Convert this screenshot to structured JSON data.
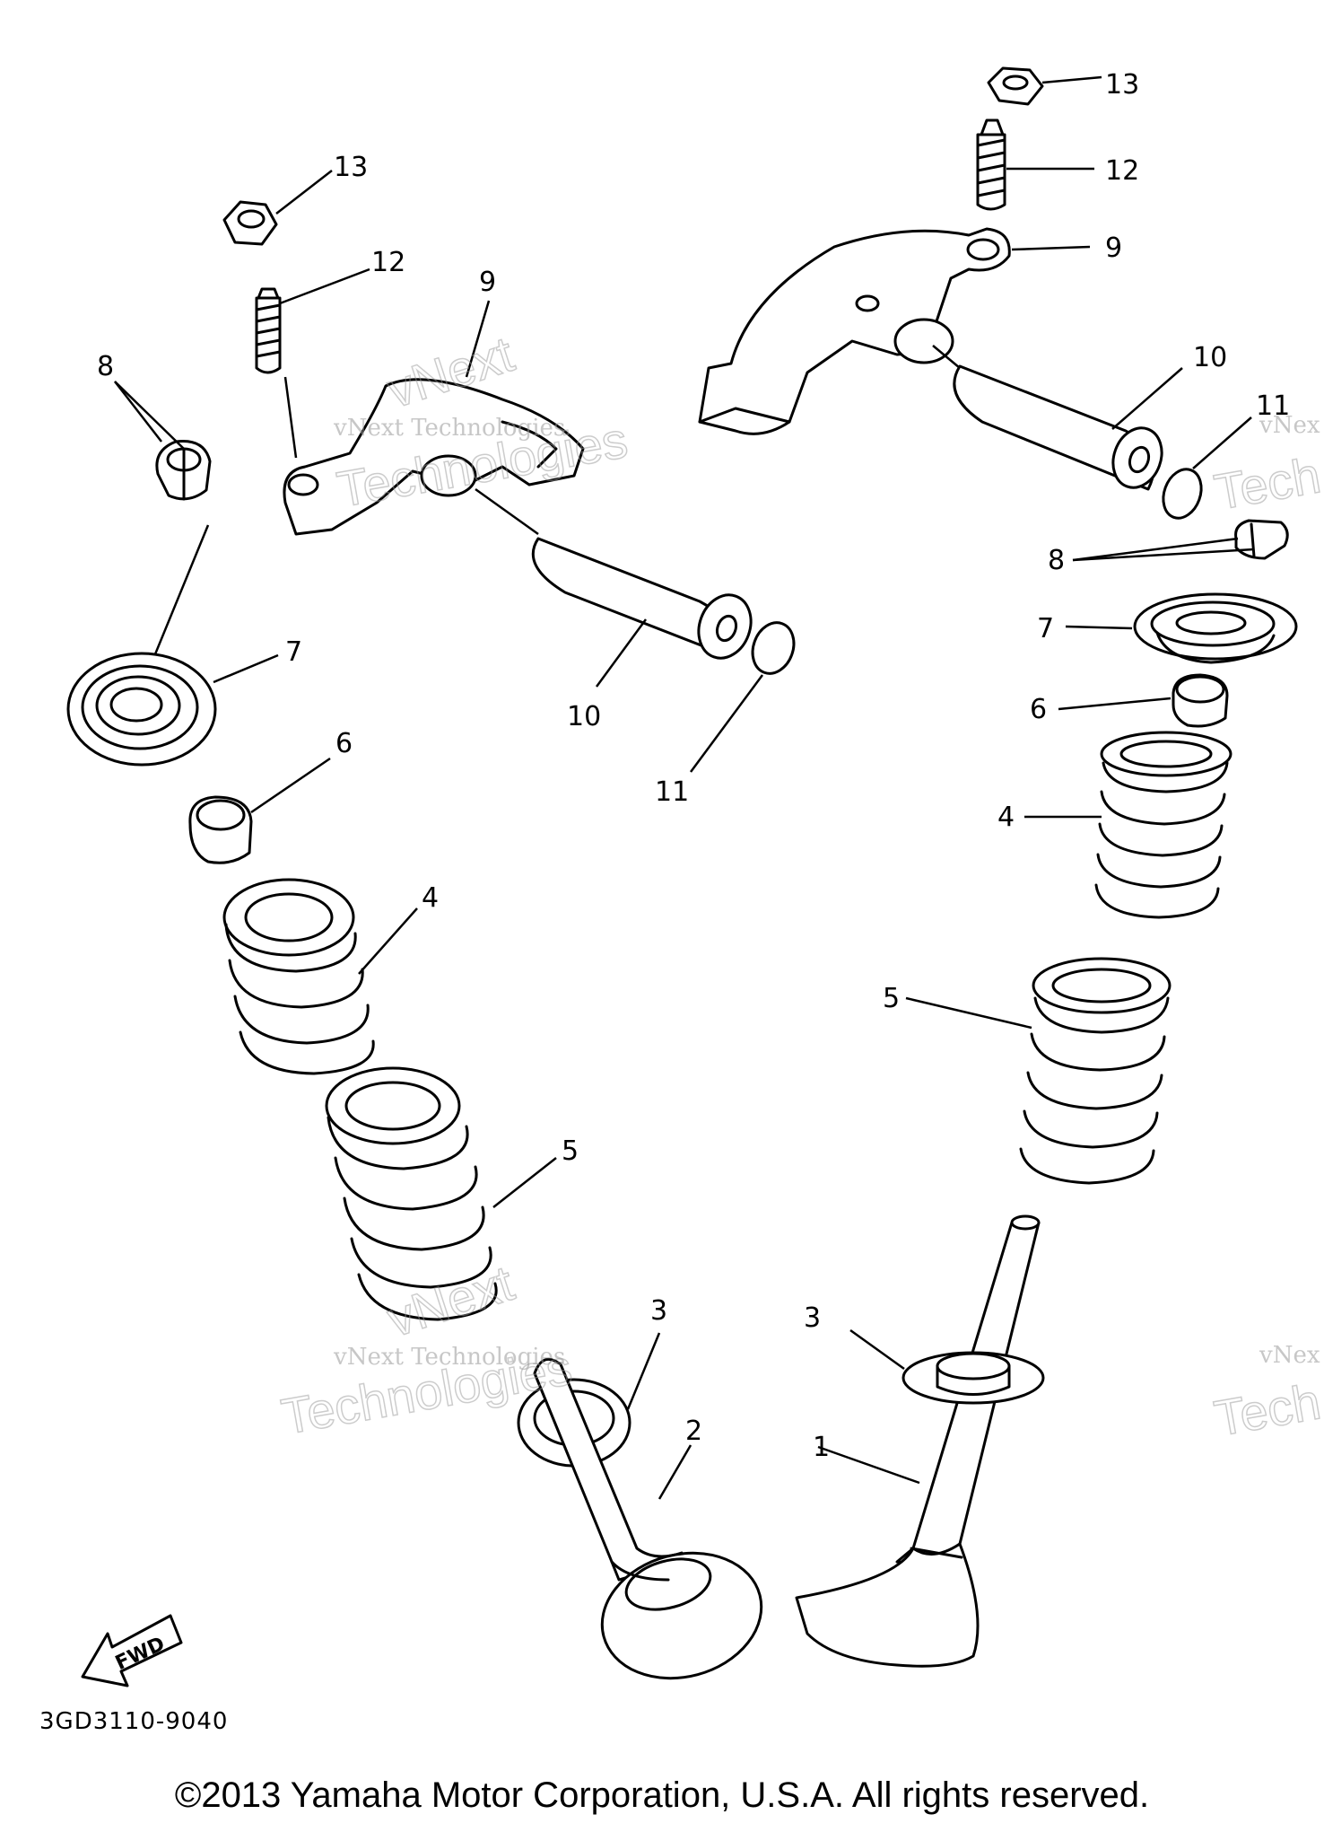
{
  "diagram_code": "3GD3110-9040",
  "copyright": "©2013 Yamaha Motor Corporation, U.S.A. All rights reserved.",
  "fwd_label": "FWD",
  "watermark": {
    "line1": "vNext Technologies",
    "big1": "vNext",
    "big2": "Technologies",
    "edge1": "vNex",
    "edge2": "Tech"
  },
  "callouts": {
    "l1": "1",
    "l2": "2",
    "l3a": "3",
    "l3b": "3",
    "l4a": "4",
    "l4b": "4",
    "l5a": "5",
    "l5b": "5",
    "l6a": "6",
    "l6b": "6",
    "l7a": "7",
    "l7b": "7",
    "l8a": "8",
    "l8b": "8",
    "l9a": "9",
    "l9b": "9",
    "l10a": "10",
    "l10b": "10",
    "l11a": "11",
    "l11b": "11",
    "l12a": "12",
    "l12b": "12",
    "l13a": "13",
    "l13b": "13"
  }
}
